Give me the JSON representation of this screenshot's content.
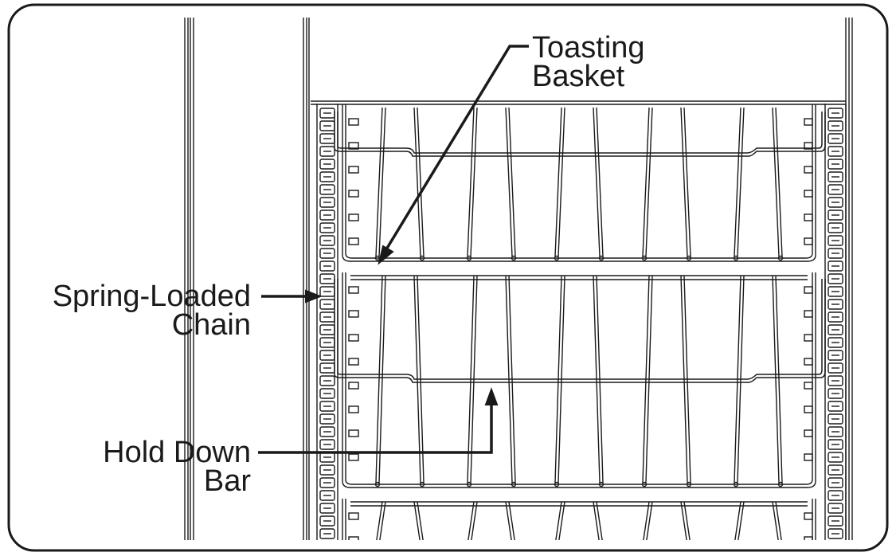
{
  "labels": {
    "toasting_basket": [
      "Toasting",
      "Basket"
    ],
    "spring_loaded_chain": [
      "Spring-Loaded",
      "Chain"
    ],
    "hold_down_bar": [
      "Hold Down",
      "Bar"
    ]
  },
  "colors": {
    "ink": "#1a1a1a",
    "background": "#ffffff"
  }
}
